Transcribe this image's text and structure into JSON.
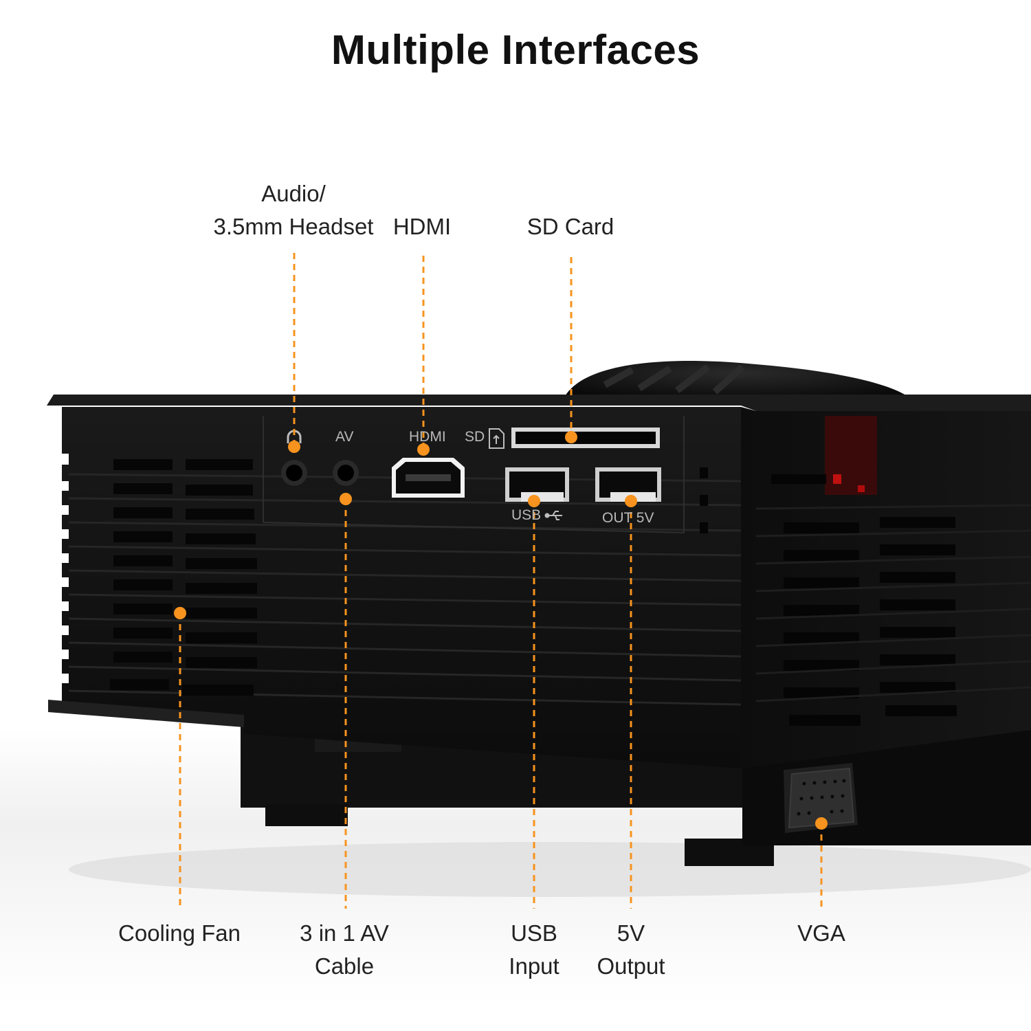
{
  "title": "Multiple Interfaces",
  "accent_color": "#f7931e",
  "callouts": {
    "audio": {
      "line1": "Audio/",
      "line2": "3.5mm Headset"
    },
    "hdmi": "HDMI",
    "sd_card": "SD Card",
    "cooling_fan": "Cooling Fan",
    "av": {
      "line1": "3 in 1 AV",
      "line2": "Cable"
    },
    "usb": {
      "line1": "USB",
      "line2": "Input"
    },
    "out5v": {
      "line1": "5V",
      "line2": "Output"
    },
    "vga": "VGA"
  },
  "port_labels": {
    "av": "AV",
    "hdmi": "HDMI",
    "sd": "SD",
    "usb": "USB",
    "out": "OUT 5V"
  },
  "icons": [
    "headphone-icon",
    "sd-card-icon",
    "usb-symbol-icon"
  ]
}
